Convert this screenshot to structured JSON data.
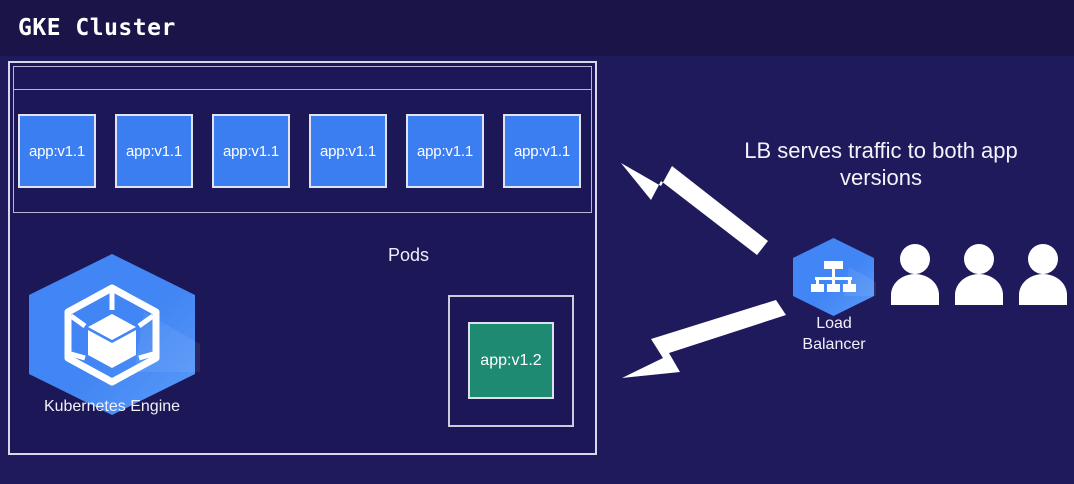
{
  "slide": {
    "title": "GKE Cluster",
    "background_color": "#1e1a5c",
    "top_band_color": "#1a1449"
  },
  "cluster": {
    "name": "GKE Cluster",
    "border_color": "#d9d8ea",
    "pods_label": "Pods",
    "pods": [
      {
        "label": "app:v1.1",
        "color": "#3b7ef2",
        "version": "v1.1"
      },
      {
        "label": "app:v1.1",
        "color": "#3b7ef2",
        "version": "v1.1"
      },
      {
        "label": "app:v1.1",
        "color": "#3b7ef2",
        "version": "v1.1"
      },
      {
        "label": "app:v1.1",
        "color": "#3b7ef2",
        "version": "v1.1"
      },
      {
        "label": "app:v1.1",
        "color": "#3b7ef2",
        "version": "v1.1"
      },
      {
        "label": "app:v1.1",
        "color": "#3b7ef2",
        "version": "v1.1"
      }
    ],
    "canary_pod": {
      "label": "app:v1.2",
      "color": "#1f8a72",
      "version": "v1.2"
    },
    "product_badge": {
      "caption": "Kubernetes Engine",
      "icon": "kubernetes-engine-hexagon-icon",
      "color": "#4285f4"
    }
  },
  "load_balancer": {
    "caption_line1": "Load",
    "caption_line2": "Balancer",
    "icon": "load-balancer-hexagon-icon",
    "color": "#4285f4"
  },
  "annotation": {
    "text": "LB serves traffic to both app versions"
  },
  "users": {
    "count": 3,
    "icon": "user-person-icon",
    "color": "#ffffff"
  },
  "arrows": [
    {
      "name": "arrow-lb-to-v1-1-pods",
      "direction": "up-left",
      "from": "load-balancer",
      "to": "app-v1-1-pods",
      "color": "#ffffff"
    },
    {
      "name": "arrow-lb-to-v1-2-pod",
      "direction": "down-left",
      "from": "load-balancer",
      "to": "app-v1-2-pod",
      "color": "#ffffff"
    }
  ]
}
